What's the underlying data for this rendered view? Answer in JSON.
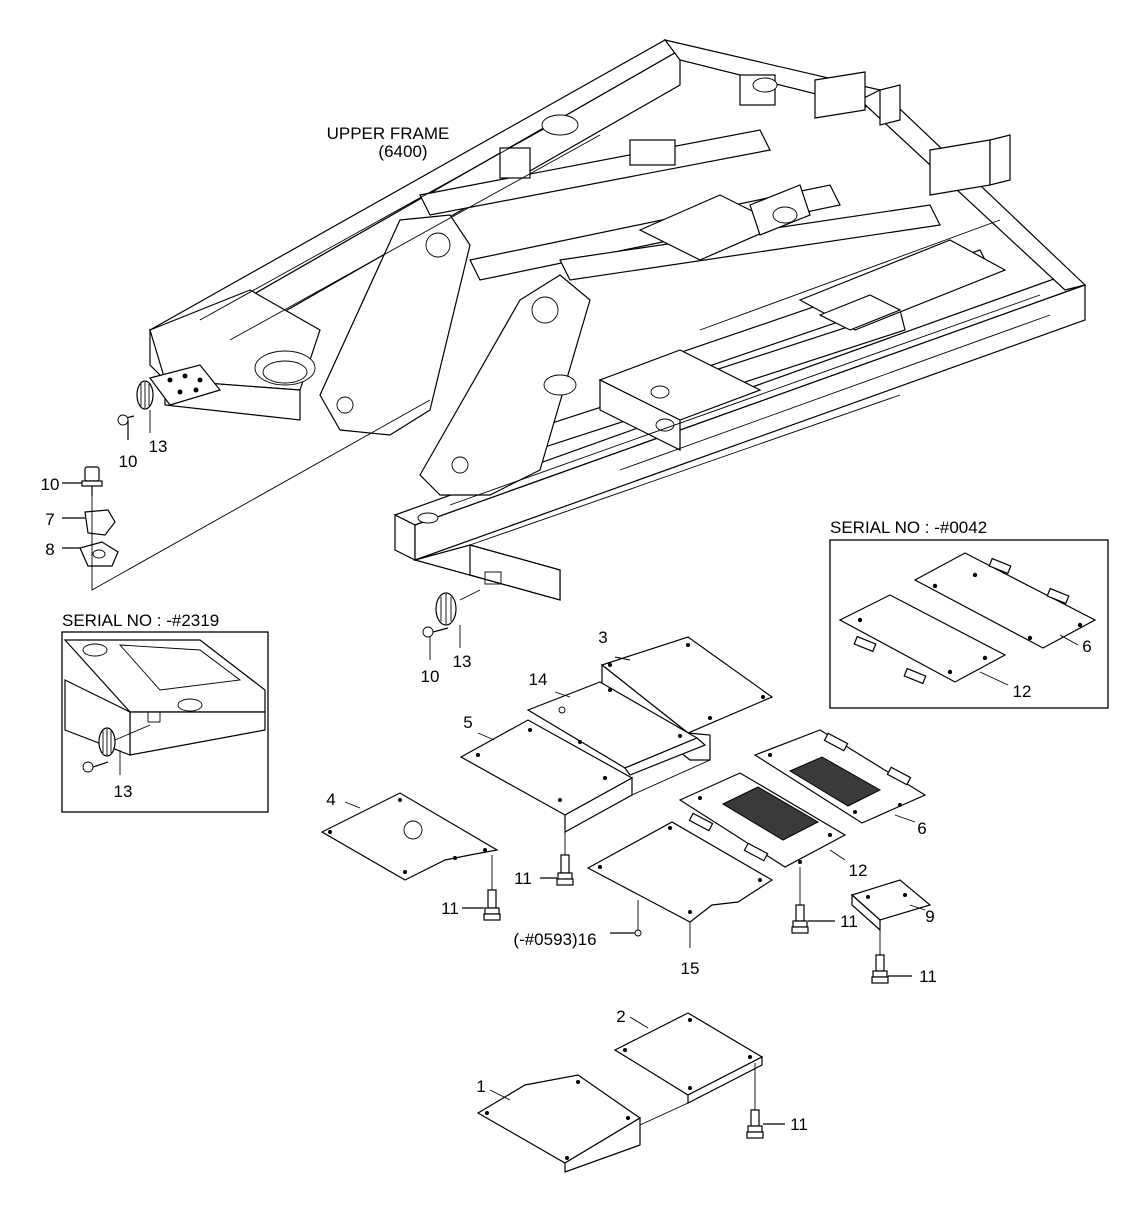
{
  "labels": {
    "upper_frame_line1": "UPPER FRAME",
    "upper_frame_line2": "(6400)",
    "serial_inset_left": "SERIAL NO : -#2319",
    "serial_inset_right": "SERIAL NO : -#0042",
    "serial_ref_16": "(-#0593)16"
  },
  "part_numbers": {
    "p1": "1",
    "p2": "2",
    "p3": "3",
    "p4": "4",
    "p5": "5",
    "p6": "6",
    "p7": "7",
    "p8": "8",
    "p9": "9",
    "p10": "10",
    "p11": "11",
    "p12": "12",
    "p13": "13",
    "p14": "14",
    "p15": "15"
  }
}
